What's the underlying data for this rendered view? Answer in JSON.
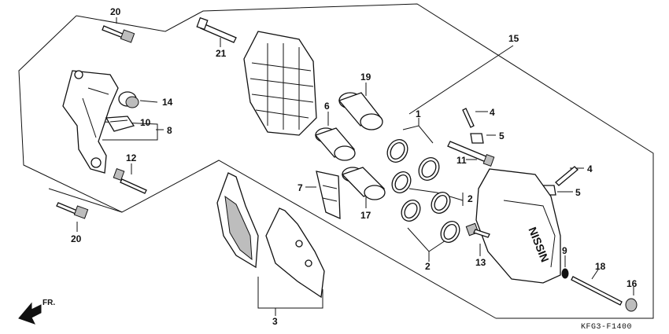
{
  "diagram": {
    "callouts": [
      {
        "id": "c20a",
        "text": "20"
      },
      {
        "id": "c21",
        "text": "21"
      },
      {
        "id": "c15",
        "text": "15"
      },
      {
        "id": "c19",
        "text": "19"
      },
      {
        "id": "c6",
        "text": "6"
      },
      {
        "id": "c1",
        "text": "1"
      },
      {
        "id": "c4a",
        "text": "4"
      },
      {
        "id": "c5a",
        "text": "5"
      },
      {
        "id": "c14",
        "text": "14"
      },
      {
        "id": "c10",
        "text": "10"
      },
      {
        "id": "c8",
        "text": "8"
      },
      {
        "id": "c11",
        "text": "11"
      },
      {
        "id": "c4b",
        "text": "4"
      },
      {
        "id": "c5b",
        "text": "5"
      },
      {
        "id": "c12",
        "text": "12"
      },
      {
        "id": "c7",
        "text": "7"
      },
      {
        "id": "c2",
        "text": "2"
      },
      {
        "id": "c17",
        "text": "17"
      },
      {
        "id": "c20b",
        "text": "20"
      },
      {
        "id": "c13",
        "text": "13"
      },
      {
        "id": "c9",
        "text": "9"
      },
      {
        "id": "c2b",
        "text": "2"
      },
      {
        "id": "c18",
        "text": "18"
      },
      {
        "id": "c16",
        "text": "16"
      },
      {
        "id": "c3",
        "text": "3"
      }
    ],
    "caliper_logo": "NISSIN",
    "direction_label": "FR.",
    "drawing_code": "KFG3-F1400"
  }
}
